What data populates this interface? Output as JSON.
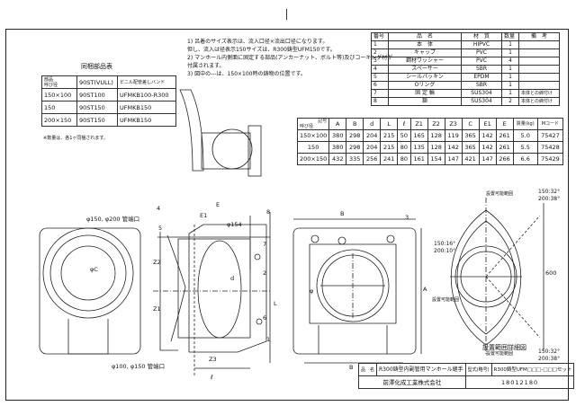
{
  "same_parts": {
    "title": "同梱部品表",
    "header_col1": "部品",
    "header_col1b": "呼び径",
    "header_col2": "90ST(VULL)",
    "header_col3": "ビニル配管差しバンド",
    "rows": [
      [
        "150×100",
        "90ST100",
        "UFMKB100-R300"
      ],
      [
        "150",
        "90ST150",
        "UFMKB150"
      ],
      [
        "200×150",
        "90ST150",
        "UFMKB150"
      ]
    ],
    "note": "※数量は、各1ヶ同梱されます。"
  },
  "notes": [
    "1) 呂着のサイズ表示は、流入口径×流出口径になります。",
    "   但し、流入は径表示150サイズは、R300鋳型UFM150です。",
    "2) マンホール内側面に固定する部品(アンカーナット、ボルト等)及びコーキング材が",
    "   付属されます。",
    "3) 図中の---は、150×100時の鋳物の位置です。"
  ],
  "parts_list": {
    "headers": [
      "番号",
      "品　名",
      "材　質",
      "数量",
      "備　考"
    ],
    "rows": [
      [
        "1",
        "本　体",
        "HIPVC",
        "1",
        ""
      ],
      [
        "2",
        "キャップ",
        "PVC",
        "1",
        ""
      ],
      [
        "3",
        "鋼材ワッシャー",
        "PVC",
        "4",
        ""
      ],
      [
        "4",
        "スペーサー",
        "SBR",
        "1",
        ""
      ],
      [
        "5",
        "シールパッキン",
        "EPDM",
        "1",
        ""
      ],
      [
        "6",
        "Oリング",
        "SBR",
        "1",
        ""
      ],
      [
        "7",
        "固 定 輪",
        "SUS304",
        "1",
        "本体との締付け"
      ],
      [
        "8",
        "鎖",
        "SUS304",
        "2",
        "本体との締付け"
      ]
    ]
  },
  "dimensions": {
    "headers": [
      "記号",
      "A",
      "B",
      "d",
      "L",
      "ℓ",
      "Z1",
      "Z2",
      "Z3",
      "C",
      "E1",
      "E",
      "質量(kg)",
      "Mコード"
    ],
    "header_sub": "呼び径",
    "rows": [
      [
        "150×100",
        "380",
        "298",
        "204",
        "215",
        "50",
        "165",
        "128",
        "119",
        "365",
        "142",
        "261",
        "5.0",
        "75427"
      ],
      [
        "150",
        "380",
        "298",
        "204",
        "215",
        "80",
        "135",
        "128",
        "142",
        "365",
        "142",
        "261",
        "5.5",
        "75428"
      ],
      [
        "200×150",
        "432",
        "335",
        "256",
        "241",
        "80",
        "161",
        "154",
        "147",
        "421",
        "147",
        "266",
        "6.6",
        "75429"
      ]
    ]
  },
  "drawing_labels": {
    "pipe_top": "φ150, φ200 管端口",
    "pipe_bottom": "φ100, φ150 管端口",
    "e1": "E1",
    "e": "E",
    "phi154": "φ154",
    "phic": "φC",
    "z1": "Z1",
    "z2": "Z2",
    "z3": "Z3",
    "l": "L",
    "ell": "ℓ",
    "d": "d",
    "a": "A",
    "b": "B",
    "b_front": "B",
    "phi_front": "φ",
    "callout1": "1",
    "callout2": "2",
    "callout3": "3",
    "callout4": "4",
    "callout5": "5",
    "callout6": "6",
    "callout7": "7",
    "callout8": "8",
    "mid_angle1": "150:16°",
    "mid_angle2": "200:10°",
    "side_range": "設置可能範囲",
    "range_top": "設置可能範囲",
    "angle_top1": "150:32°",
    "angle_top2": "200:38°",
    "dim600": "600",
    "range_bottom": "設置可能範囲",
    "angle_bot1": "150:32°",
    "angle_bot2": "200:38°",
    "detail_caption": "設置範囲詳細図"
  },
  "footer": {
    "name_label": "品　名",
    "name_value": "R300鋳型内副管用マンホール継手",
    "type_label": "型式(略号)",
    "type_value": "R300鋳型UFM□□□-□□□セット",
    "company": "前澤化成工業株式会社",
    "drawing_no": "18012180"
  }
}
